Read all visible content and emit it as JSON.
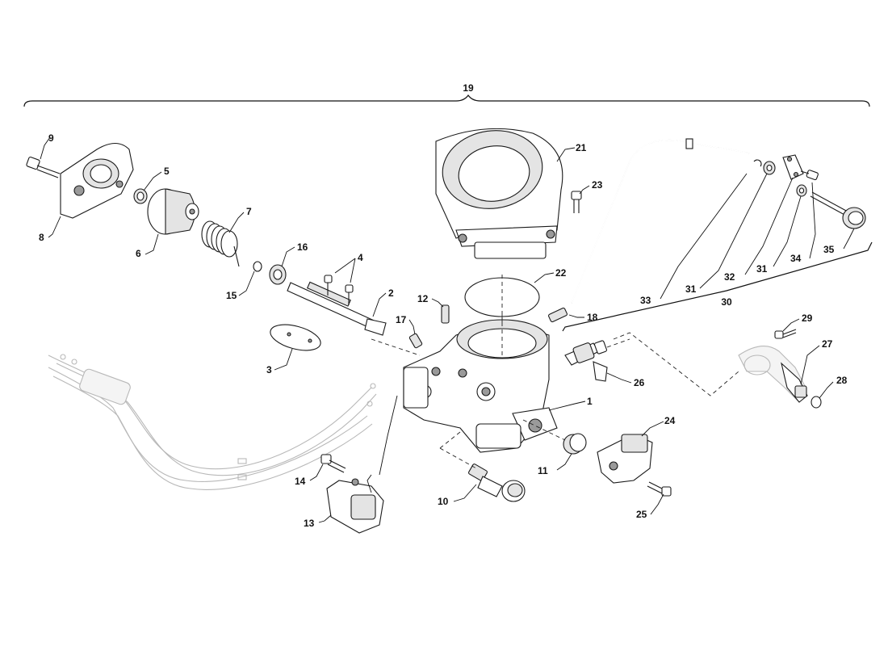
{
  "diagram": {
    "callouts": {
      "c1": "1",
      "c2": "2",
      "c3": "3",
      "c4": "4",
      "c5": "5",
      "c6": "6",
      "c7": "7",
      "c8": "8",
      "c9": "9",
      "c10": "10",
      "c11": "11",
      "c12": "12",
      "c13": "13",
      "c14": "14",
      "c15": "15",
      "c16": "16",
      "c17": "17",
      "c18": "18",
      "c19": "19",
      "c21": "21",
      "c22": "22",
      "c23": "23",
      "c24": "24",
      "c25": "25",
      "c26": "26",
      "c27": "27",
      "c28": "28",
      "c29": "29",
      "c30": "30",
      "c31a": "31",
      "c31b": "31",
      "c32": "32",
      "c33": "33",
      "c34": "34",
      "c35": "35"
    }
  }
}
